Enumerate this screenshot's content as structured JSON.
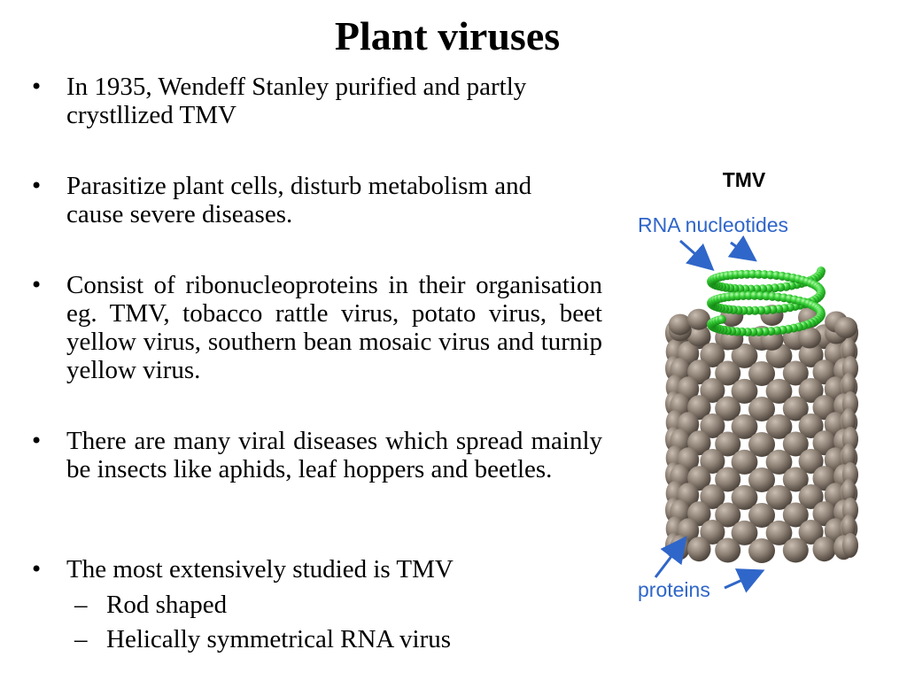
{
  "slide": {
    "title": "Plant viruses",
    "bullets": [
      {
        "text": "In 1935, Wendeff Stanley purified and partly crystllized TMV"
      },
      {
        "text": "Parasitize plant cells, disturb metabolism and cause severe diseases."
      },
      {
        "text": "Consist of ribonucleoproteins in their organisation eg. TMV, tobacco rattle virus, potato virus, beet yellow virus, southern bean mosaic virus and turnip yellow virus."
      },
      {
        "text": "There are many viral diseases which spread mainly be insects like aphids, leaf hoppers and beetles."
      },
      {
        "text": "The most extensively studied is TMV"
      }
    ],
    "sub_bullets": [
      {
        "text": "Rod shaped"
      },
      {
        "text": "Helically symmetrical RNA virus"
      }
    ],
    "bullet_symbol": "•",
    "sub_bullet_symbol": "–"
  },
  "figure": {
    "label": "TMV",
    "rna_label": "RNA nucleotides",
    "protein_label": "proteins",
    "colors": {
      "protein": "#8c7f73",
      "protein_dark": "#5d544b",
      "rna": "#33cc33",
      "annotation": "#2f66c9"
    }
  }
}
